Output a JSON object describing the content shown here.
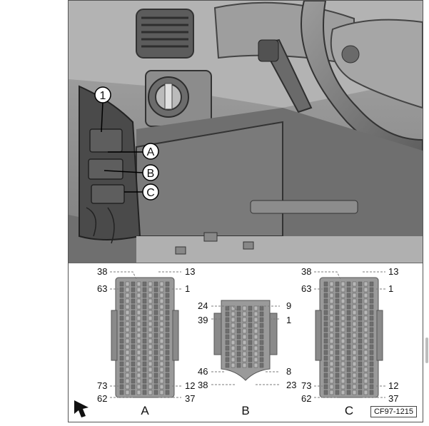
{
  "callouts": {
    "one": "1",
    "a": "A",
    "b": "B",
    "c": "C"
  },
  "connector_a": {
    "label": "A",
    "pins": {
      "top_left": "38",
      "top_right": "13",
      "mid_left": "63",
      "mid_right": "1",
      "bot_left_upper": "73",
      "bot_right_upper": "12",
      "bot_left": "62",
      "bot_right": "37"
    }
  },
  "connector_b": {
    "label": "B",
    "pins": {
      "top_left": "24",
      "top_right": "9",
      "mid_left": "39",
      "mid_right": "1",
      "bot_left_upper": "46",
      "bot_right_upper": "8",
      "bot_left": "38",
      "bot_right": "23"
    }
  },
  "connector_c": {
    "label": "C",
    "pins": {
      "top_left": "38",
      "top_right": "13",
      "mid_left": "63",
      "mid_right": "1",
      "bot_left_upper": "73",
      "bot_right_upper": "12",
      "bot_left": "62",
      "bot_right": "37"
    }
  },
  "figure_code": "CF97-1215",
  "colors": {
    "connector": "#9a9a9a",
    "connector_dark": "#6e6e6e",
    "dash": "#7b7b7b"
  },
  "icons": {
    "direction": "arrow-icon"
  }
}
